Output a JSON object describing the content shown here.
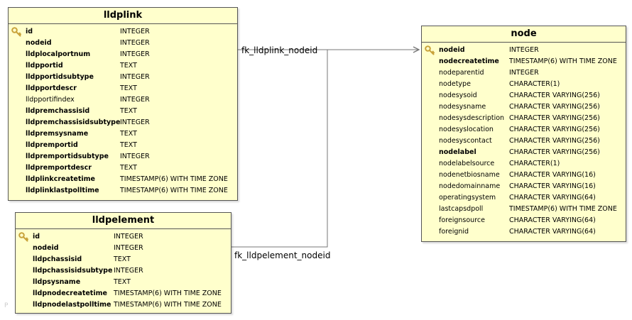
{
  "entities": {
    "lldplink": {
      "title": "lldplink",
      "columns": [
        {
          "name": "id",
          "type": "INTEGER",
          "bold": true,
          "key": true
        },
        {
          "name": "nodeid",
          "type": "INTEGER",
          "bold": true,
          "key": false
        },
        {
          "name": "lldplocalportnum",
          "type": "INTEGER",
          "bold": true,
          "key": false
        },
        {
          "name": "lldpportid",
          "type": "TEXT",
          "bold": true,
          "key": false
        },
        {
          "name": "lldpportidsubtype",
          "type": "INTEGER",
          "bold": true,
          "key": false
        },
        {
          "name": "lldpportdescr",
          "type": "TEXT",
          "bold": true,
          "key": false
        },
        {
          "name": "lldpportifindex",
          "type": "INTEGER",
          "bold": false,
          "key": false
        },
        {
          "name": "lldpremchassisid",
          "type": "TEXT",
          "bold": true,
          "key": false
        },
        {
          "name": "lldpremchassisidsubtype",
          "type": "INTEGER",
          "bold": true,
          "key": false
        },
        {
          "name": "lldpremsysname",
          "type": "TEXT",
          "bold": true,
          "key": false
        },
        {
          "name": "lldpremportid",
          "type": "TEXT",
          "bold": true,
          "key": false
        },
        {
          "name": "lldpremportidsubtype",
          "type": "INTEGER",
          "bold": true,
          "key": false
        },
        {
          "name": "lldpremportdescr",
          "type": "TEXT",
          "bold": true,
          "key": false
        },
        {
          "name": "lldplinkcreatetime",
          "type": "TIMESTAMP(6) WITH TIME ZONE",
          "bold": true,
          "key": false
        },
        {
          "name": "lldplinklastpolltime",
          "type": "TIMESTAMP(6) WITH TIME ZONE",
          "bold": true,
          "key": false
        }
      ]
    },
    "lldpelement": {
      "title": "lldpelement",
      "columns": [
        {
          "name": "id",
          "type": "INTEGER",
          "bold": true,
          "key": true
        },
        {
          "name": "nodeid",
          "type": "INTEGER",
          "bold": true,
          "key": false
        },
        {
          "name": "lldpchassisid",
          "type": "TEXT",
          "bold": true,
          "key": false
        },
        {
          "name": "lldpchassisidsubtype",
          "type": "INTEGER",
          "bold": true,
          "key": false
        },
        {
          "name": "lldpsysname",
          "type": "TEXT",
          "bold": true,
          "key": false
        },
        {
          "name": "lldpnodecreatetime",
          "type": "TIMESTAMP(6) WITH TIME ZONE",
          "bold": true,
          "key": false
        },
        {
          "name": "lldpnodelastpolltime",
          "type": "TIMESTAMP(6) WITH TIME ZONE",
          "bold": true,
          "key": false
        }
      ]
    },
    "node": {
      "title": "node",
      "columns": [
        {
          "name": "nodeid",
          "type": "INTEGER",
          "bold": true,
          "key": true
        },
        {
          "name": "nodecreatetime",
          "type": "TIMESTAMP(6) WITH TIME ZONE",
          "bold": true,
          "key": false
        },
        {
          "name": "nodeparentid",
          "type": "INTEGER",
          "bold": false,
          "key": false
        },
        {
          "name": "nodetype",
          "type": "CHARACTER(1)",
          "bold": false,
          "key": false
        },
        {
          "name": "nodesysoid",
          "type": "CHARACTER VARYING(256)",
          "bold": false,
          "key": false
        },
        {
          "name": "nodesysname",
          "type": "CHARACTER VARYING(256)",
          "bold": false,
          "key": false
        },
        {
          "name": "nodesysdescription",
          "type": "CHARACTER VARYING(256)",
          "bold": false,
          "key": false
        },
        {
          "name": "nodesyslocation",
          "type": "CHARACTER VARYING(256)",
          "bold": false,
          "key": false
        },
        {
          "name": "nodesyscontact",
          "type": "CHARACTER VARYING(256)",
          "bold": false,
          "key": false
        },
        {
          "name": "nodelabel",
          "type": "CHARACTER VARYING(256)",
          "bold": true,
          "key": false
        },
        {
          "name": "nodelabelsource",
          "type": "CHARACTER(1)",
          "bold": false,
          "key": false
        },
        {
          "name": "nodenetbiosname",
          "type": "CHARACTER VARYING(16)",
          "bold": false,
          "key": false
        },
        {
          "name": "nodedomainname",
          "type": "CHARACTER VARYING(16)",
          "bold": false,
          "key": false
        },
        {
          "name": "operatingsystem",
          "type": "CHARACTER VARYING(64)",
          "bold": false,
          "key": false
        },
        {
          "name": "lastcapsdpoll",
          "type": "TIMESTAMP(6) WITH TIME ZONE",
          "bold": false,
          "key": false
        },
        {
          "name": "foreignsource",
          "type": "CHARACTER VARYING(64)",
          "bold": false,
          "key": false
        },
        {
          "name": "foreignid",
          "type": "CHARACTER VARYING(64)",
          "bold": false,
          "key": false
        }
      ]
    }
  },
  "relationships": [
    {
      "label": "fk_lldplink_nodeid"
    },
    {
      "label": "fk_lldpelement_nodeid"
    }
  ],
  "watermark": "P",
  "colors": {
    "entity_fill": "#ffffcc",
    "entity_border": "#555555",
    "connector": "#777777",
    "key": "#c8a23a"
  },
  "icons": {
    "key_column": "key-icon"
  }
}
